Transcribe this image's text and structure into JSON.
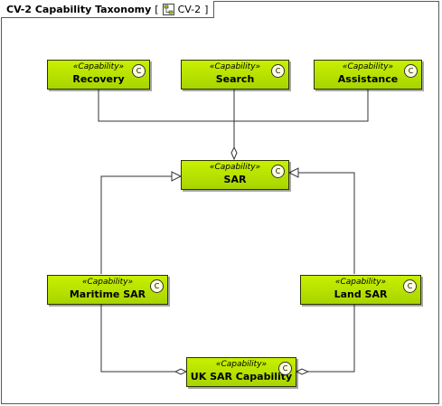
{
  "diagram": {
    "title": "CV-2 Capability Taxonomy",
    "kind": "CV-2",
    "icon": "diagram-icon"
  },
  "stereotype": "«Capability»",
  "class_glyph": "C",
  "nodes": [
    {
      "id": "recovery",
      "name": "Recovery"
    },
    {
      "id": "search",
      "name": "Search"
    },
    {
      "id": "assistance",
      "name": "Assistance"
    },
    {
      "id": "sar",
      "name": "SAR"
    },
    {
      "id": "maritime-sar",
      "name": "Maritime SAR"
    },
    {
      "id": "land-sar",
      "name": "Land SAR"
    },
    {
      "id": "uk-sar-capability",
      "name": "UK SAR Capability"
    }
  ],
  "relationships": [
    {
      "type": "aggregation",
      "from": "recovery",
      "to": "sar"
    },
    {
      "type": "aggregation",
      "from": "search",
      "to": "sar"
    },
    {
      "type": "aggregation",
      "from": "assistance",
      "to": "sar"
    },
    {
      "type": "generalization",
      "from": "maritime-sar",
      "to": "sar"
    },
    {
      "type": "generalization",
      "from": "land-sar",
      "to": "sar"
    },
    {
      "type": "aggregation",
      "from": "maritime-sar",
      "to": "uk-sar-capability"
    },
    {
      "type": "aggregation",
      "from": "land-sar",
      "to": "uk-sar-capability"
    }
  ]
}
